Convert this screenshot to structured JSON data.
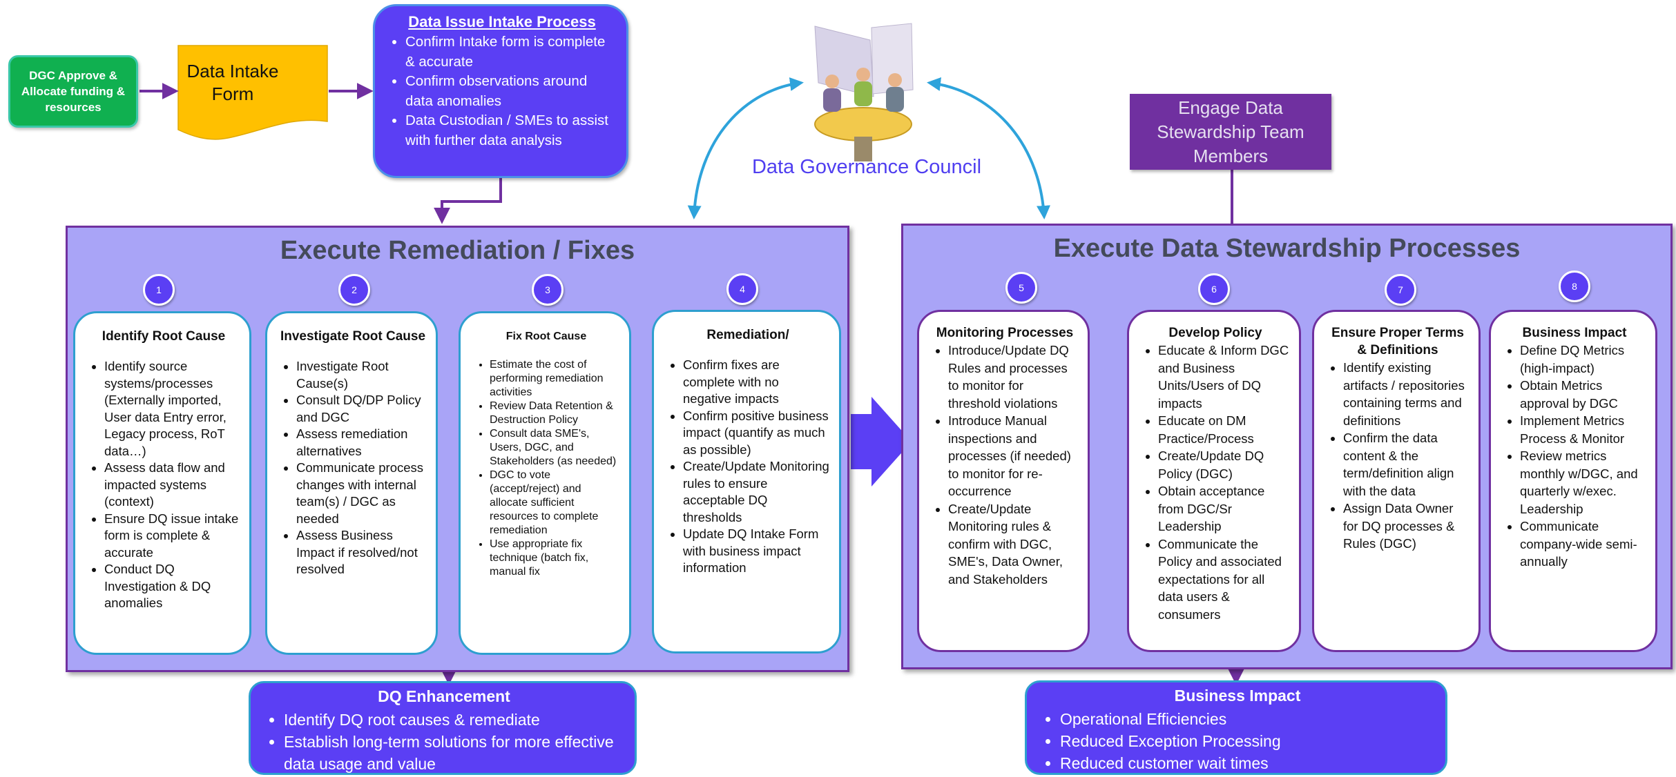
{
  "colors": {
    "accent_purple": "#5b3ff4",
    "panel_fill": "#a9a4f7",
    "dark_purple": "#7030a0",
    "green": "#10b050",
    "gold": "#ffc000",
    "blue_arrow": "#2ea3db",
    "slate_arrow": "#3d6378",
    "card_border": "#2e9fcf"
  },
  "top": {
    "dgc_approve": "DGC Approve & Allocate funding & resources",
    "intake_form": "Data Intake Form",
    "intake_process": {
      "title": "Data Issue Intake Process",
      "items": [
        "Confirm Intake form is complete & accurate",
        "Confirm observations around data anomalies",
        "Data Custodian / SMEs to assist with further data analysis"
      ]
    },
    "council_label": "Data Governance Council",
    "engage": "Engage Data Stewardship Team Members"
  },
  "remediation": {
    "title": "Execute Remediation / Fixes",
    "steps": [
      {
        "num": "1",
        "title": "Identify Root Cause",
        "items": [
          "Identify source systems/processes (Externally imported, User data Entry error, Legacy process, RoT data…)",
          "Assess data flow and impacted systems (context)",
          "Ensure DQ issue intake form is complete & accurate",
          "Conduct DQ Investigation & DQ anomalies"
        ]
      },
      {
        "num": "2",
        "title": "Investigate Root Cause",
        "items": [
          "Investigate Root Cause(s)",
          "Consult DQ/DP Policy and DGC",
          "Assess remediation alternatives",
          "Communicate process changes with internal team(s) / DGC as needed",
          "Assess Business Impact if resolved/not resolved"
        ]
      },
      {
        "num": "3",
        "title": "Fix Root Cause",
        "items": [
          "Estimate the cost of performing remediation activities",
          "Review Data Retention & Destruction Policy",
          "Consult data SME's, Users, DGC, and Stakeholders (as needed)",
          "DGC to vote (accept/reject) and allocate sufficient resources to complete remediation",
          "Use appropriate fix technique (batch fix, manual fix"
        ]
      },
      {
        "num": "4",
        "title": "Remediation/",
        "items": [
          "Confirm fixes are complete with no negative impacts",
          "Confirm positive business impact (quantify as much as possible)",
          "Create/Update Monitoring rules to ensure acceptable DQ thresholds",
          "Update DQ Intake Form with business impact information"
        ]
      }
    ]
  },
  "stewardship": {
    "title": "Execute Data Stewardship Processes",
    "steps": [
      {
        "num": "5",
        "title": "Monitoring Processes",
        "items": [
          "Introduce/Update DQ Rules and processes to monitor for threshold violations",
          "Introduce Manual inspections and processes (if needed) to monitor for re-occurrence",
          "Create/Update Monitoring rules & confirm with DGC, SME's, Data Owner, and Stakeholders"
        ]
      },
      {
        "num": "6",
        "title": "Develop Policy",
        "items": [
          "Educate & Inform DGC and Business Units/Users of DQ impacts",
          "Educate on DM Practice/Process",
          "Create/Update DQ Policy (DGC)",
          "Obtain acceptance from DGC/Sr Leadership",
          "Communicate the Policy and associated expectations for all data users & consumers"
        ]
      },
      {
        "num": "7",
        "title": "Ensure Proper Terms & Definitions",
        "items": [
          "Identify existing artifacts / repositories containing terms and definitions",
          "Confirm the data content & the term/definition align with the data",
          "Assign Data Owner for DQ processes & Rules (DGC)"
        ]
      },
      {
        "num": "8",
        "title": "Business Impact",
        "items": [
          "Define DQ Metrics (high-impact)",
          "Obtain Metrics approval by DGC",
          "Implement Metrics Process & Monitor",
          "Review metrics monthly w/DGC, and quarterly w/exec. Leadership",
          "Communicate company-wide semi-annually"
        ]
      }
    ]
  },
  "dq_enhancement": {
    "title": "DQ Enhancement",
    "items": [
      "Identify DQ root causes & remediate",
      "Establish long-term solutions for more effective data usage and value"
    ]
  },
  "business_impact_box": {
    "title": "Business Impact",
    "items": [
      "Operational Efficiencies",
      "Reduced Exception Processing",
      "Reduced customer wait times"
    ]
  }
}
